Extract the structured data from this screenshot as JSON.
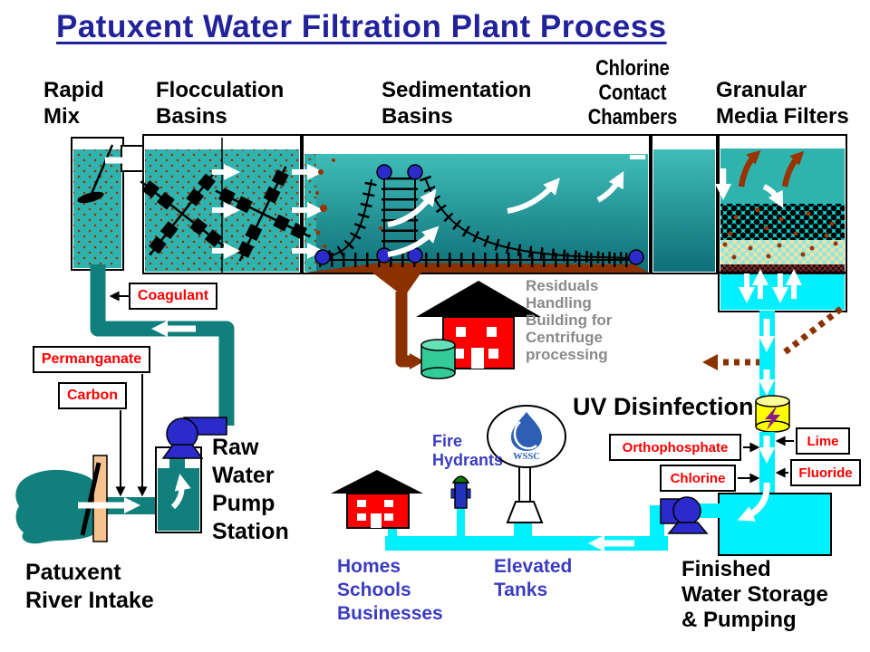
{
  "title": "Patuxent Water Filtration Plant Process",
  "stages": {
    "rapid_mix": "Rapid\nMix",
    "flocculation": "Flocculation\nBasins",
    "sedimentation": "Sedimentation\nBasins",
    "chlorine_contact": "Chlorine\nContact\nChambers",
    "granular_filters": "Granular\nMedia Filters"
  },
  "chemical_feeds": {
    "coagulant": "Coagulant",
    "permanganate": "Permanganate",
    "carbon": "Carbon",
    "orthophosphate": "Orthophosphate",
    "chlorine": "Chlorine",
    "lime": "Lime",
    "fluoride": "Fluoride"
  },
  "facilities": {
    "raw_pump_station": "Raw\nWater\nPump\nStation",
    "river_intake": "Patuxent\nRiver Intake",
    "residuals_building": "Residuals\nHandling\nBuilding for\nCentrifuge\nprocessing",
    "uv_disinfection": "UV Disinfection",
    "finished_storage": "Finished\nWater Storage\n& Pumping"
  },
  "distribution": {
    "fire_hydrants": "Fire\nHydrants",
    "homes": "Homes\nSchools\nBusinesses",
    "elevated_tanks": "Elevated\nTanks",
    "wssc_logo": "WSSC"
  },
  "colors": {
    "title_blue": "#22229B",
    "water_teal": "#2FB3AE",
    "pipe_teal": "#117F7C",
    "finished_cyan": "#00F0FF",
    "sludge_brown": "#8B3100",
    "speck_brown": "#993300",
    "chemical_red": "#FF0000",
    "pump_blue": "#2B2BCC",
    "distribution_purple": "#3C3CC0",
    "note_gray": "#8A8A8A"
  }
}
